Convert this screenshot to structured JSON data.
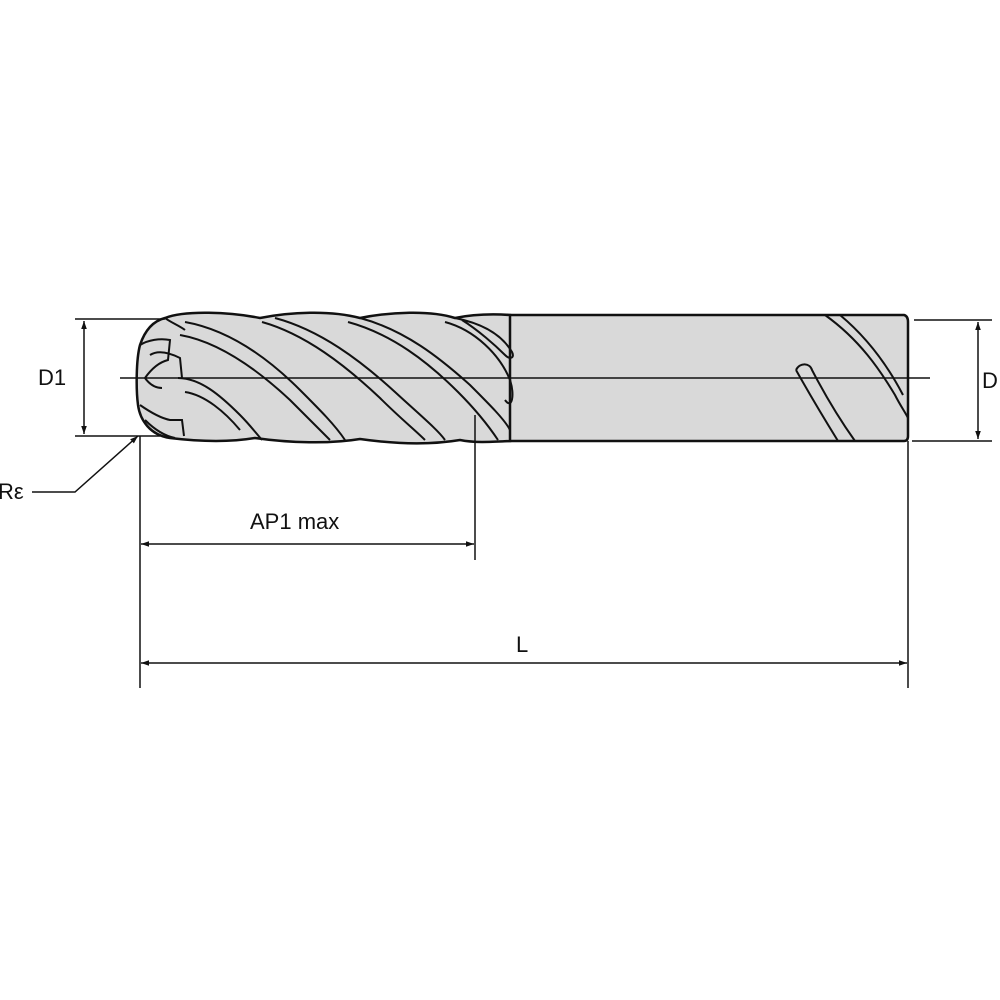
{
  "drawing": {
    "subject": "Ball nose end mill",
    "colors": {
      "body_fill": "#d9d9d9",
      "line": "#111111",
      "background": "#ffffff"
    },
    "flutes": 4
  },
  "dimensions": {
    "d1": {
      "label": "D1"
    },
    "d": {
      "label": "D"
    },
    "corner_radius": {
      "label": "Rε"
    },
    "ap1": {
      "label": "AP1 max"
    },
    "l": {
      "label": "L"
    }
  }
}
